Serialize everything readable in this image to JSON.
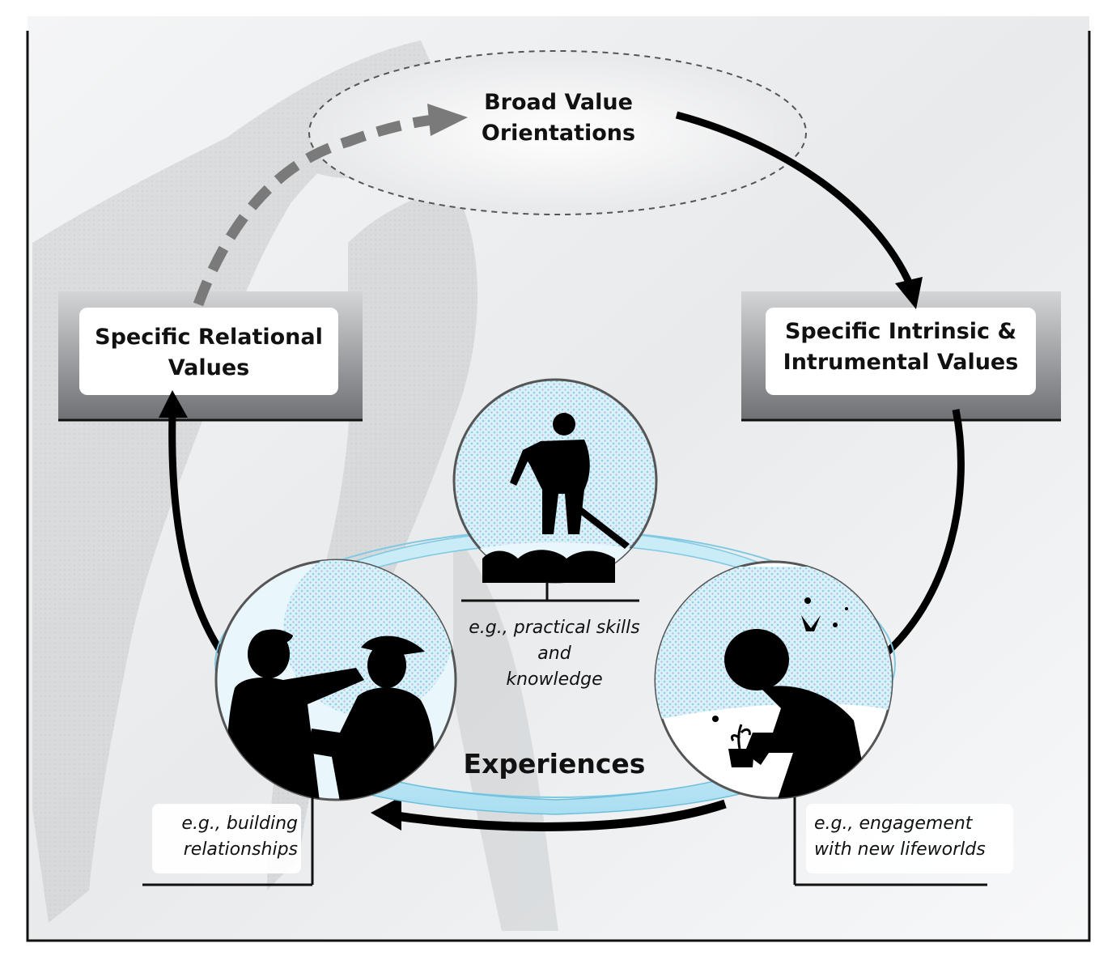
{
  "diagram": {
    "top_node": {
      "line1": "Broad Value",
      "line2": "Orientations"
    },
    "left_node": {
      "line1": "Specific Relational",
      "line2": "Values"
    },
    "right_node": {
      "line1": "Specific Intrinsic &",
      "line2": "Intrumental Values"
    },
    "center_label": "Experiences",
    "examples": {
      "top": {
        "line1": "e.g., practical skills",
        "line2": "and",
        "line3": "knowledge"
      },
      "left": {
        "line1": "e.g., building",
        "line2": "relationships"
      },
      "right": {
        "line1": "e.g., engagement",
        "line2": "with new lifeworlds"
      }
    },
    "icons": {
      "top": "person-working-with-tool-icon",
      "left": "two-people-embracing-icon",
      "right": "person-with-plant-and-butterflies-icon",
      "background": "map-silhouette-icon"
    },
    "colors": {
      "ring": "#b8e6f4",
      "ring_edge": "#7fc9e3",
      "arrow": "#000000",
      "dashed_arrow": "#7a7a7a",
      "frame": "#111111"
    }
  }
}
